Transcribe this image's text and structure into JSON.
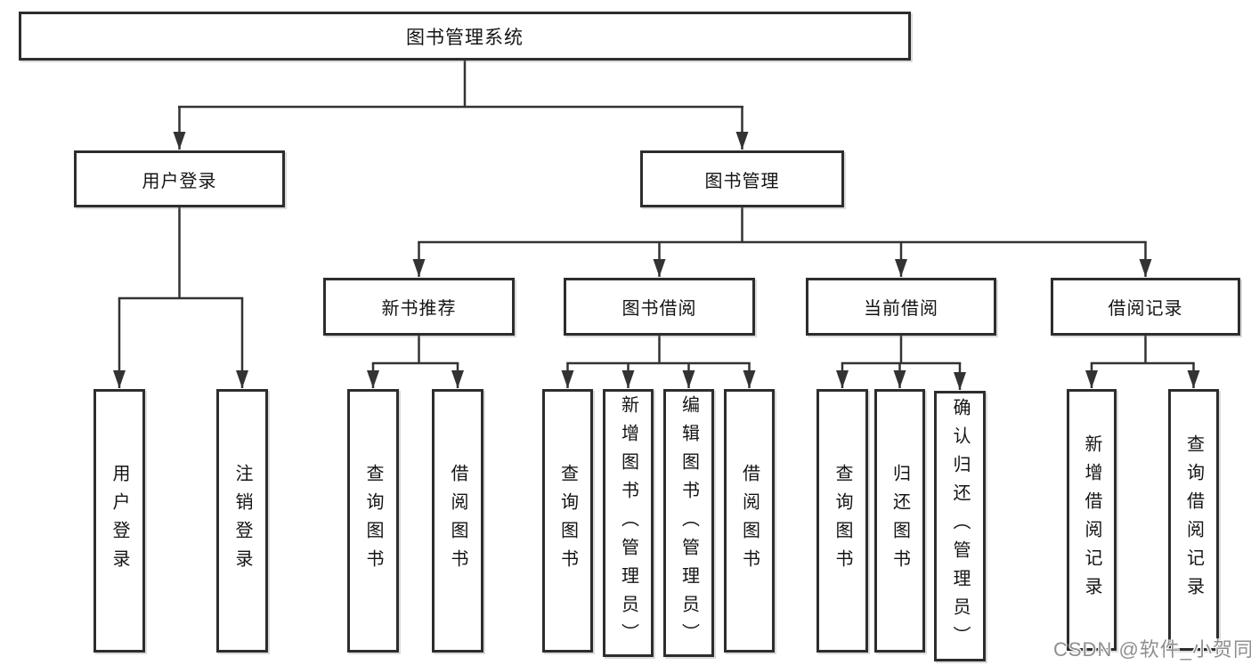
{
  "diagram": {
    "root": {
      "label": "图书管理系统"
    },
    "level2": [
      {
        "label": "用户登录"
      },
      {
        "label": "图书管理"
      }
    ],
    "level3": [
      {
        "label": "新书推荐"
      },
      {
        "label": "图书借阅"
      },
      {
        "label": "当前借阅"
      },
      {
        "label": "借阅记录"
      }
    ],
    "leaves": {
      "user_login": [
        {
          "label": "用户登录"
        },
        {
          "label": "注销登录"
        }
      ],
      "new_books": [
        {
          "label": "查询图书"
        },
        {
          "label": "借阅图书"
        }
      ],
      "book_borrow": [
        {
          "label": "查询图书"
        },
        {
          "label": "新增图书（管理员）"
        },
        {
          "label": "编辑图书（管理员）"
        },
        {
          "label": "借阅图书"
        }
      ],
      "current_borrow": [
        {
          "label": "查询图书"
        },
        {
          "label": "归还图书"
        },
        {
          "label": "确认归还（管理员）"
        }
      ],
      "borrow_records": [
        {
          "label": "新增借阅记录"
        },
        {
          "label": "查询借阅记录"
        }
      ]
    },
    "watermark": "CSDN @软件_小贺同学",
    "colors": {
      "line": "#333333",
      "box_border": "#2d2d2d",
      "text": "#141414",
      "watermark": "#8f8f8f",
      "background": "#ffffff"
    }
  }
}
